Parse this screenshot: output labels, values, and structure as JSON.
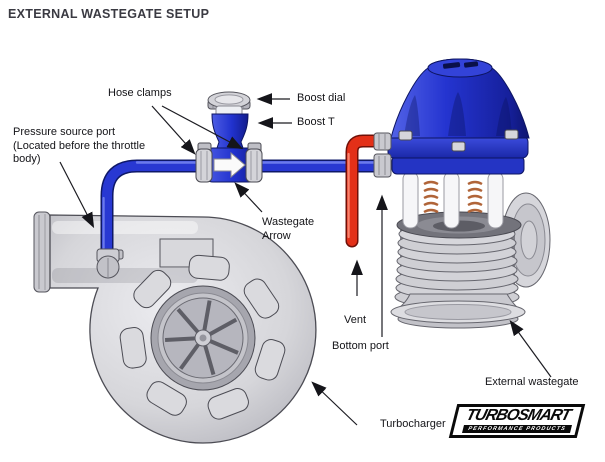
{
  "title": "EXTERNAL WASTEGATE SETUP",
  "labels": {
    "hose_clamps": "Hose clamps",
    "boost_dial": "Boost dial",
    "boost_t": "Boost T",
    "pressure_source_port": "Pressure source port\n(Located before the throttle\nbody)",
    "wastegate_arrow": "Wastegate\nArrow",
    "vent": "Vent",
    "bottom_port": "Bottom port",
    "external_wastegate": "External wastegate",
    "turbocharger": "Turbocharger"
  },
  "logo": {
    "brand": "TURBOSMART",
    "tagline": "PERFORMANCE PRODUCTS"
  },
  "colors": {
    "blue": "#2838d2",
    "red": "#e33018",
    "gray": "#d2d2d6",
    "label": "#141418",
    "title": "#3a3a42"
  }
}
